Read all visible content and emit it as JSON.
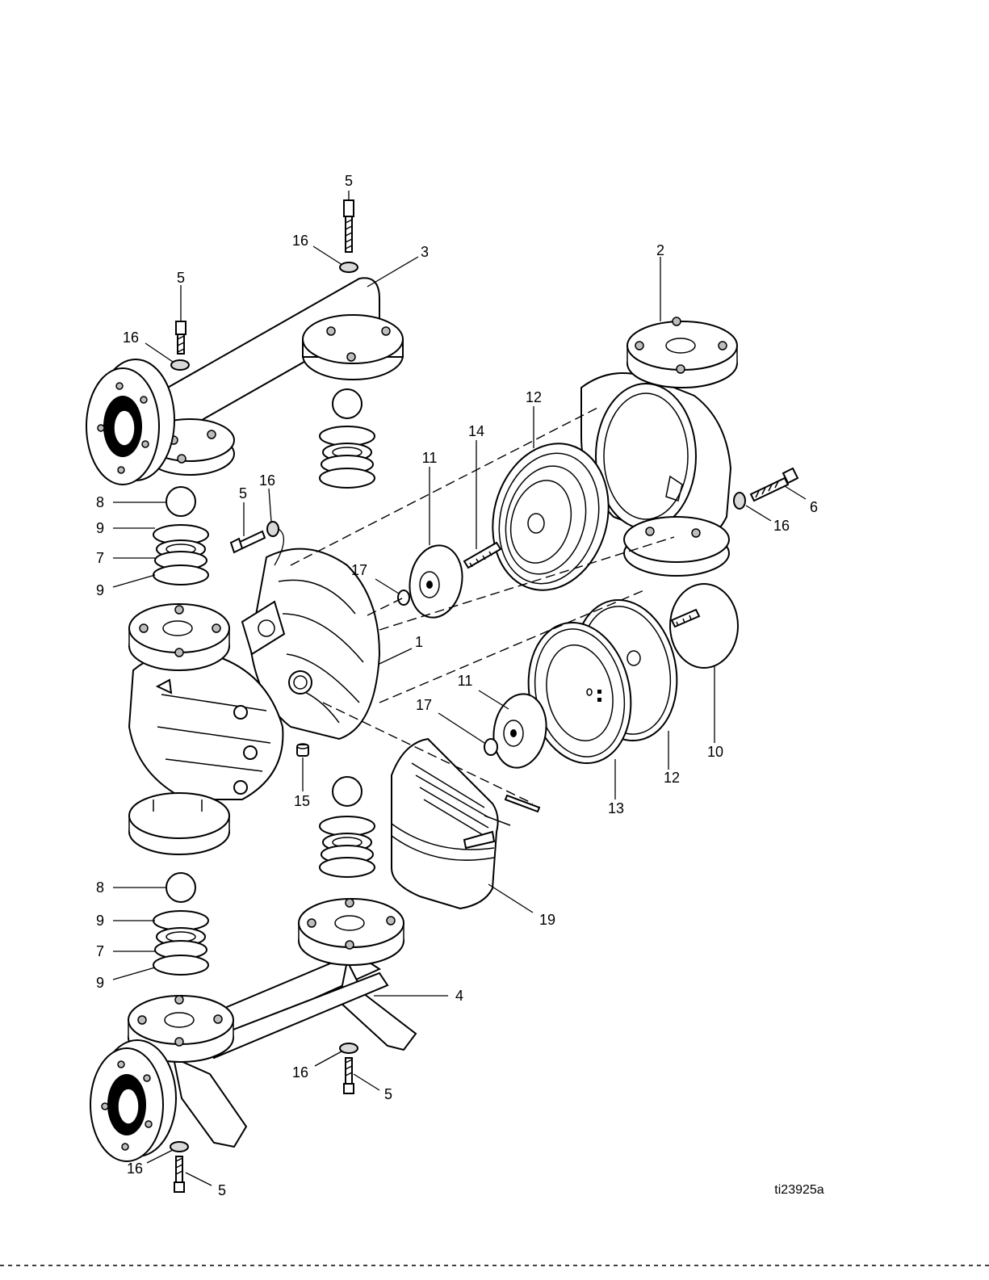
{
  "diagram": {
    "callouts": [
      {
        "id": "c1",
        "label": "5"
      },
      {
        "id": "c2",
        "label": "16"
      },
      {
        "id": "c3",
        "label": "3"
      },
      {
        "id": "c4",
        "label": "5"
      },
      {
        "id": "c5",
        "label": "16"
      },
      {
        "id": "c6",
        "label": "2"
      },
      {
        "id": "c7",
        "label": "12"
      },
      {
        "id": "c8",
        "label": "14"
      },
      {
        "id": "c9",
        "label": "11"
      },
      {
        "id": "c10",
        "label": "5"
      },
      {
        "id": "c11",
        "label": "16"
      },
      {
        "id": "c12",
        "label": "8"
      },
      {
        "id": "c13",
        "label": "9"
      },
      {
        "id": "c14",
        "label": "7"
      },
      {
        "id": "c15",
        "label": "9"
      },
      {
        "id": "c16",
        "label": "17"
      },
      {
        "id": "c17",
        "label": "6"
      },
      {
        "id": "c18",
        "label": "16"
      },
      {
        "id": "c19",
        "label": "1"
      },
      {
        "id": "c20",
        "label": "11"
      },
      {
        "id": "c21",
        "label": "17"
      },
      {
        "id": "c22",
        "label": "10"
      },
      {
        "id": "c23",
        "label": "12"
      },
      {
        "id": "c24",
        "label": "13"
      },
      {
        "id": "c25",
        "label": "15"
      },
      {
        "id": "c26",
        "label": "19"
      },
      {
        "id": "c27",
        "label": "8"
      },
      {
        "id": "c28",
        "label": "9"
      },
      {
        "id": "c29",
        "label": "7"
      },
      {
        "id": "c30",
        "label": "9"
      },
      {
        "id": "c31",
        "label": "4"
      },
      {
        "id": "c32",
        "label": "16"
      },
      {
        "id": "c33",
        "label": "5"
      },
      {
        "id": "c34",
        "label": "16"
      },
      {
        "id": "c35",
        "label": "5"
      }
    ],
    "figure_id": "ti23925a"
  }
}
